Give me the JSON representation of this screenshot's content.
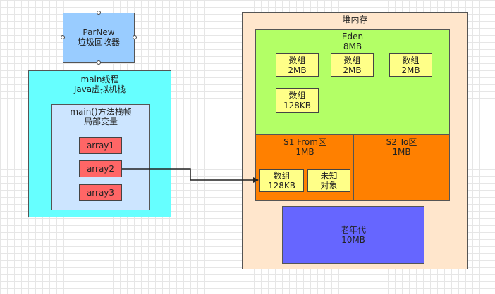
{
  "parnew": {
    "line1": "ParNew",
    "line2": "垃圾回收器"
  },
  "thread": {
    "title1": "main线程",
    "title2": "Java虚拟机栈"
  },
  "frame": {
    "title1": "main()方法栈帧",
    "title2": "局部变量"
  },
  "variables": [
    "array1",
    "array2",
    "array3"
  ],
  "heap": {
    "title": "堆内存"
  },
  "eden": {
    "title": "Eden",
    "size": "8MB",
    "cells": [
      {
        "line1": "数组",
        "line2": "2MB"
      },
      {
        "line1": "数组",
        "line2": "2MB"
      },
      {
        "line1": "数组",
        "line2": "2MB"
      },
      {
        "line1": "数组",
        "line2": "128KB"
      }
    ]
  },
  "s1": {
    "title": "S1 From区",
    "size": "1MB",
    "cells": [
      {
        "line1": "数组",
        "line2": "128KB"
      },
      {
        "line1": "未知",
        "line2": "对象"
      }
    ]
  },
  "s2": {
    "title": "S2 To区",
    "size": "1MB"
  },
  "old": {
    "title": "老年代",
    "size": "10MB"
  },
  "colors": {
    "parnew": "#99ccff",
    "thread": "#66ffff",
    "frame": "#cce5ff",
    "heap": "#ffe6cc",
    "eden": "#b3ff66",
    "survivor": "#ff8000",
    "old": "#6666ff",
    "array_cell": "#ffff88",
    "variable": "#ff6666"
  }
}
